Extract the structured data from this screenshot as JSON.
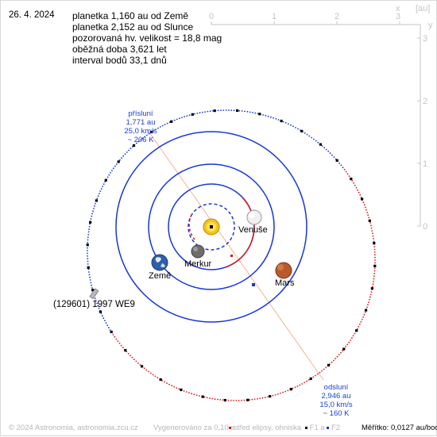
{
  "date": "26. 4. 2024",
  "info_lines": [
    "planetka 1,160 au od Země",
    "planetka 2,152 au od Slunce",
    "pozorovaná hv. velikost = 18,8 mag",
    "oběžná doba 3,621 let",
    "interval bodů 33,1 dnů"
  ],
  "axis": {
    "unit_label": "[au]",
    "x_letter": "x",
    "y_letter": "y",
    "x_ticks": [
      "0",
      "1",
      "2",
      "3"
    ],
    "y_ticks": [
      "3",
      "2",
      "1",
      "0"
    ]
  },
  "perihelion_note": {
    "title": "přísluní",
    "distance": "1,771 au",
    "speed": "25,0 km/s",
    "temp": "~ 206 K"
  },
  "aphelion_note": {
    "title": "odsluní",
    "distance": "2,946 au",
    "speed": "15,0 km/s",
    "temp": "~ 160 K"
  },
  "planets": {
    "venus": "Venuše",
    "mercury": "Merkur",
    "earth": "Země",
    "mars": "Mars"
  },
  "asteroid_name": "(129601) 1997 WE9",
  "footer": {
    "copyright": "© 2024 Astronomia, astronomia.zcu.cz",
    "generated": "Vygenerováno za 0,10 s",
    "center_legend": "střed elipsy, ohniska",
    "f1_legend": "F1 a",
    "f2_legend": "F2",
    "scale": "Měřítko: 0,0127 au/bod"
  },
  "colors": {
    "orbit_blue": "#1537d6",
    "orbit_red": "#d81818",
    "axis_gray": "#c4c4c4",
    "note_blue": "#1a3fd6",
    "apsis_line": "#f3b38f"
  }
}
